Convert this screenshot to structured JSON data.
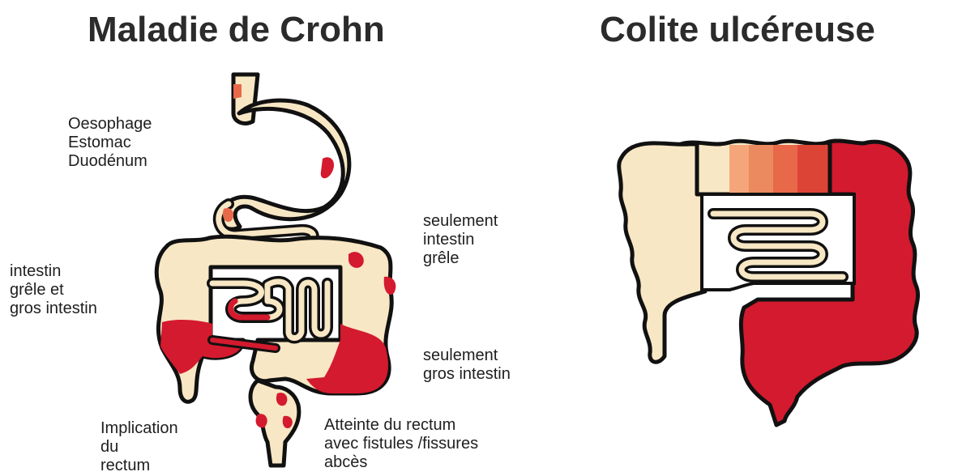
{
  "titles": {
    "left": "Maladie de Crohn",
    "right": "Colite ulcéreuse"
  },
  "labels": {
    "upper_gi": [
      "Oesophage",
      "Estomac",
      "Duodénum"
    ],
    "small_and_large": [
      "intestin",
      "grêle et",
      "gros intestin"
    ],
    "small_only": [
      "seulement",
      "intestin",
      "grêle"
    ],
    "large_only": [
      "seulement",
      "gros intestin"
    ],
    "rectum_involvement": [
      "Implication",
      "du",
      "rectum"
    ],
    "rectum_fistulas": [
      "Atteinte du rectum",
      "avec fistules /fissures",
      "abcès"
    ]
  },
  "colors": {
    "tissue": "#f8e7c4",
    "inflamed": "#d41a2e",
    "inflamed_mild": "#e8684a",
    "inflamed_light": "#f4a67a",
    "outline": "#111111"
  }
}
